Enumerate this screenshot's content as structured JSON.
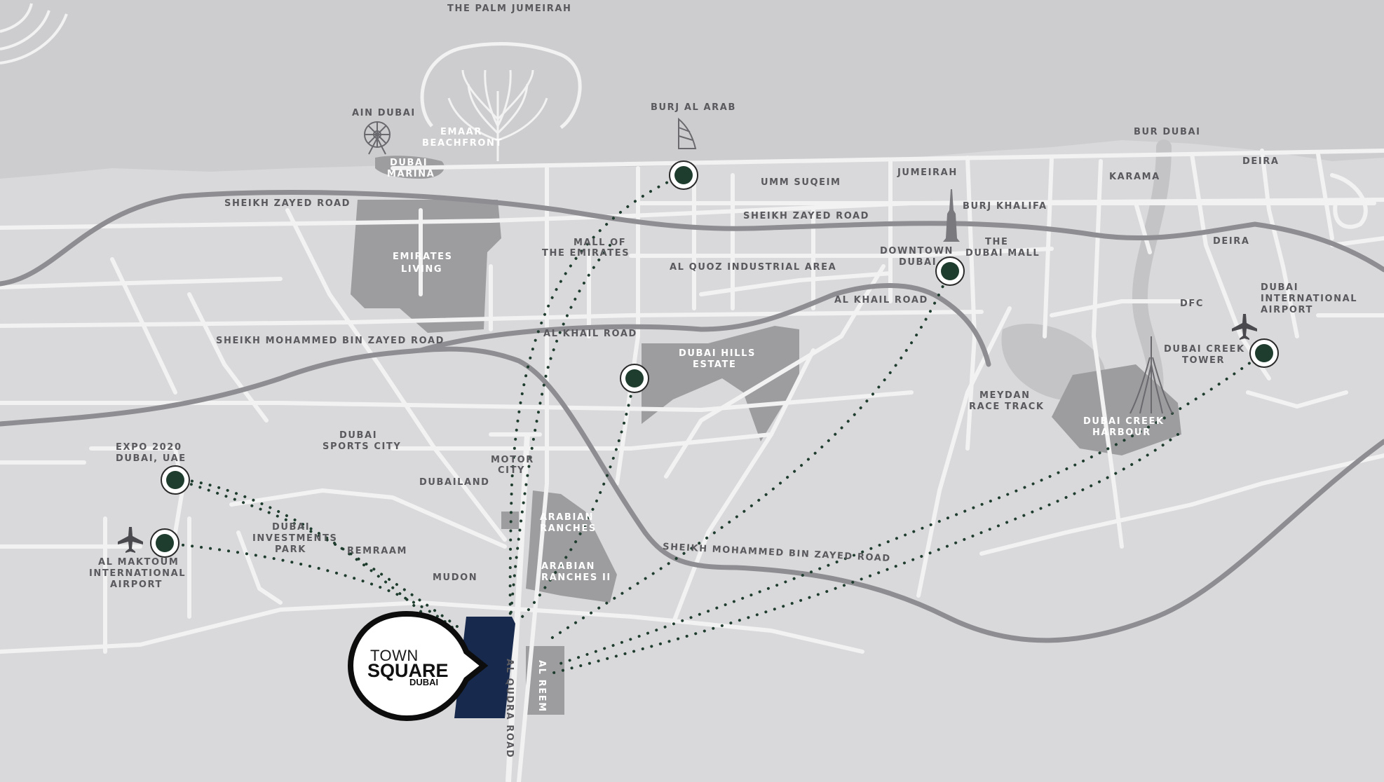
{
  "colors": {
    "land": "#d9d9db",
    "sea": "#cdcdcf",
    "road_minor": "#f2f2f3",
    "road_major": "#8e8e92",
    "district": "#9d9da0",
    "marker_fill": "#1f3d2e",
    "route_dots": "#1f3d2e",
    "project_block": "#172a4e",
    "label": "#5a5a5e"
  },
  "labels": {
    "palm": "THE PALM JUMEIRAH",
    "ain_dubai": "AIN DUBAI",
    "emaar_1": "EMAAR",
    "emaar_2": "BEACHFRONT",
    "marina_1": "DUBAI",
    "marina_2": "MARINA",
    "burj_al_arab": "BURJ AL ARAB",
    "umm_suqeim": "UMM SUQEIM",
    "jumeirah": "JUMEIRAH",
    "bur_dubai": "BUR DUBAI",
    "deira_top": "DEIRA",
    "karama": "KARAMA",
    "szr_west": "SHEIKH ZAYED ROAD",
    "szr_east": "SHEIKH ZAYED ROAD",
    "burj_khalifa": "BURJ KHALIFA",
    "dubai_mall_1": "THE",
    "dubai_mall_2": "DUBAI MALL",
    "deira_2": "DEIRA",
    "emirates_living_1": "EMIRATES",
    "emirates_living_2": "LIVING",
    "moe_1": "MALL OF",
    "moe_2": "THE EMIRATES",
    "downtown_1": "DOWNTOWN",
    "downtown_2": "DUBAI",
    "al_quoz": "AL QUOZ INDUSTRIAL AREA",
    "dxb_1": "DUBAI",
    "dxb_2": "INTERNATIONAL",
    "dxb_3": "AIRPORT",
    "dfc": "DFC",
    "al_khail_1": "AL KHAIL ROAD",
    "al_khail_2": "AL KHAIL ROAD",
    "smbz": "SHEIKH MOHAMMED BIN ZAYED ROAD",
    "dubai_hills_1": "DUBAI HILLS",
    "dubai_hills_2": "ESTATE",
    "creek_tower_1": "DUBAI CREEK",
    "creek_tower_2": "TOWER",
    "meydan_1": "MEYDAN",
    "meydan_2": "RACE TRACK",
    "creek_harbour_1": "DUBAI CREEK",
    "creek_harbour_2": "HARBOUR",
    "expo_1": "EXPO 2020",
    "expo_2": "DUBAI, UAE",
    "sports_city_1": "DUBAI",
    "sports_city_2": "SPORTS CITY",
    "motor_city_1": "MOTOR",
    "motor_city_2": "CITY",
    "dubailand": "DUBAILAND",
    "ranches_1": "ARABIAN",
    "ranches_2": "RANCHES",
    "ranches2_1": "ARABIAN",
    "ranches2_2": "RANCHES II",
    "smbz_2": "SHEIKH MOHAMMED BIN ZAYED ROAD",
    "dip_1": "DUBAI",
    "dip_2": "INVESTMENTS",
    "dip_3": "PARK",
    "remraam": "REMRAAM",
    "mudon": "MUDON",
    "maktoum_1": "AL MAKTOUM",
    "maktoum_2": "INTERNATIONAL",
    "maktoum_3": "AIRPORT",
    "al_qudra": "AL QUDRA ROAD",
    "al_reem": "AL REEM"
  },
  "logo": {
    "line1": "TOWN",
    "line2": "SQUARE",
    "line3": "DUBAI"
  }
}
